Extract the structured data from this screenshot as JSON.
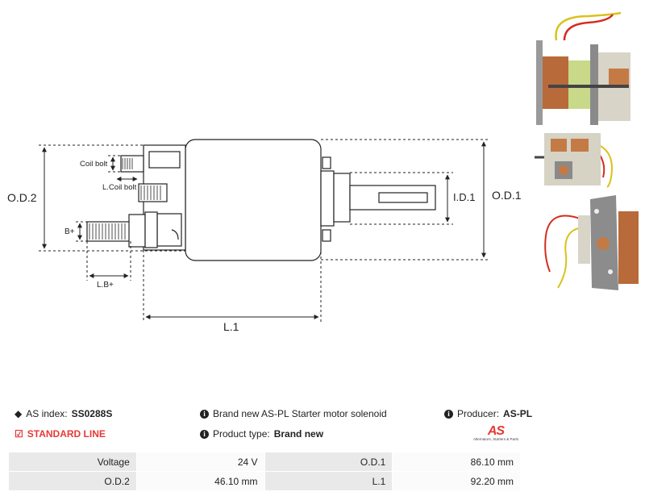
{
  "drawing": {
    "labels": {
      "coil_bolt": "Coil bolt",
      "l_coil_bolt": "L.Coil bolt",
      "b_plus": "B+",
      "l_b_plus": "L.B+",
      "od2": "O.D.2",
      "od1": "O.D.1",
      "id1": "I.D.1",
      "l1": "L.1"
    }
  },
  "info": {
    "as_index_label": "AS index:",
    "as_index_value": "SS0288S",
    "line_label": "STANDARD LINE",
    "description": "Brand new AS-PL Starter motor solenoid",
    "product_type_label": "Product type:",
    "product_type_value": "Brand new",
    "producer_label": "Producer:",
    "producer_value": "AS-PL",
    "logo_text": "AS",
    "logo_sub": "Alternators, Starters & Parts"
  },
  "specs": [
    {
      "k1": "Voltage",
      "v1": "24 V",
      "k2": "O.D.1",
      "v2": "86.10 mm"
    },
    {
      "k1": "O.D.2",
      "v1": "46.10 mm",
      "k2": "L.1",
      "v2": "92.20 mm"
    }
  ],
  "colors": {
    "accent": "#e53935",
    "copper": "#b86a3a",
    "wire_red": "#d62b1f",
    "wire_yellow": "#d9c21a"
  }
}
